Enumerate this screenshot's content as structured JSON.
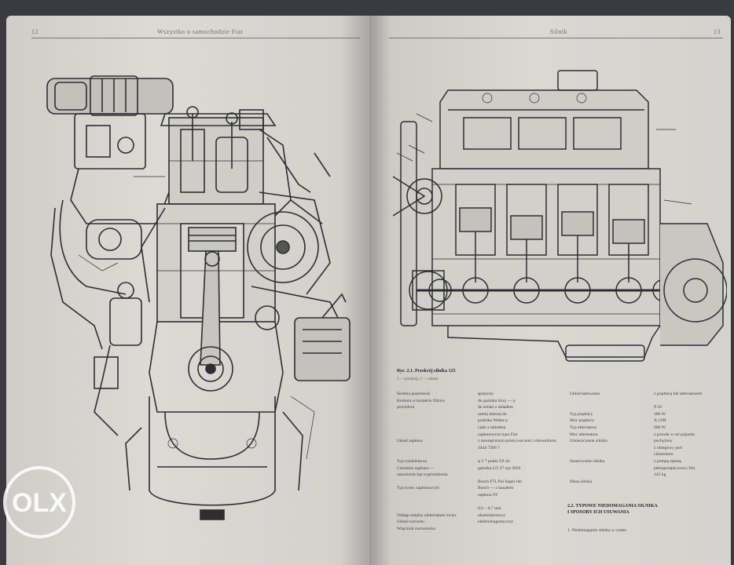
{
  "left_page": {
    "running_head": "Wszystko o samochodzie Fiat",
    "page_number": "12"
  },
  "right_page": {
    "running_head": "Silnik",
    "page_number": "13",
    "caption_title": "Rys. 2.1. Przekrój silnika 125",
    "caption_sub": "1 — przekrój; 2 — osłona"
  },
  "spec_table": {
    "col1": "Średnia pojemność\nKomora w kształcie filtrów\npowietrza\n\n\n\n\nUkład zapłonu\n\n\nTyp rozdzielacza\nCiśnienie zapłonu —\nustawienie kąt wyprzedzenia\n\nTyp świec zapłonowych\n\n\n\nOdstęp między elektrodami świec\nUkład rozruchu\nWłącznik rozrusznika",
    "col2": "sprężyny\ndo gaźnika liczy — p\ndo sztuki z układem\nsamej dalszej do\npodnika Weber p\nciało z układem\nzapłonowym typu Fiat\nz zewnętrznym przerywaczem i siłownikiem\n4444 7206 7\n\nφ 2 7 punkt ZZ do\ngaźnika LO 37 typ 3056\n\nBosch F7L Pal Super lub\nBosch — z kanałem\nzapłonu FF\n\n0,6 – 0,7 mm\nakumulatorowy\nelektromagnetyczny",
    "col3": "Układ ładowania\n\n\nTyp prądnicy\nMoc prądnicy\nTyp alternatora\nMoc alternatora\nUmieszczenie silnika\n\n\nSmarowanie silnika\n\n\nMasa silnika",
    "col4": "z prądnicą lub alternatorem\n\nP 56\n300 W\nA 12M\n600 W\nz przodu w osi pojazdu\npochylony\nz obiegowy pod\nciśnieniem\nz pompą zębatą\npełnoprzepływowy filtr\n145 kg",
    "section_title": "2.2. TYPOWE NIEDOMAGANIA SILNIKA\nI SPOSOBY ICH USUWANIA",
    "bottom_note": "1. Niedomaganie silnika w czasie"
  },
  "watermark": {
    "text": "OLX"
  },
  "colors": {
    "paper": "#d6d4cf",
    "ink": "#2e2e32",
    "background": "#3a3b40",
    "watermark": "#ffffff"
  }
}
